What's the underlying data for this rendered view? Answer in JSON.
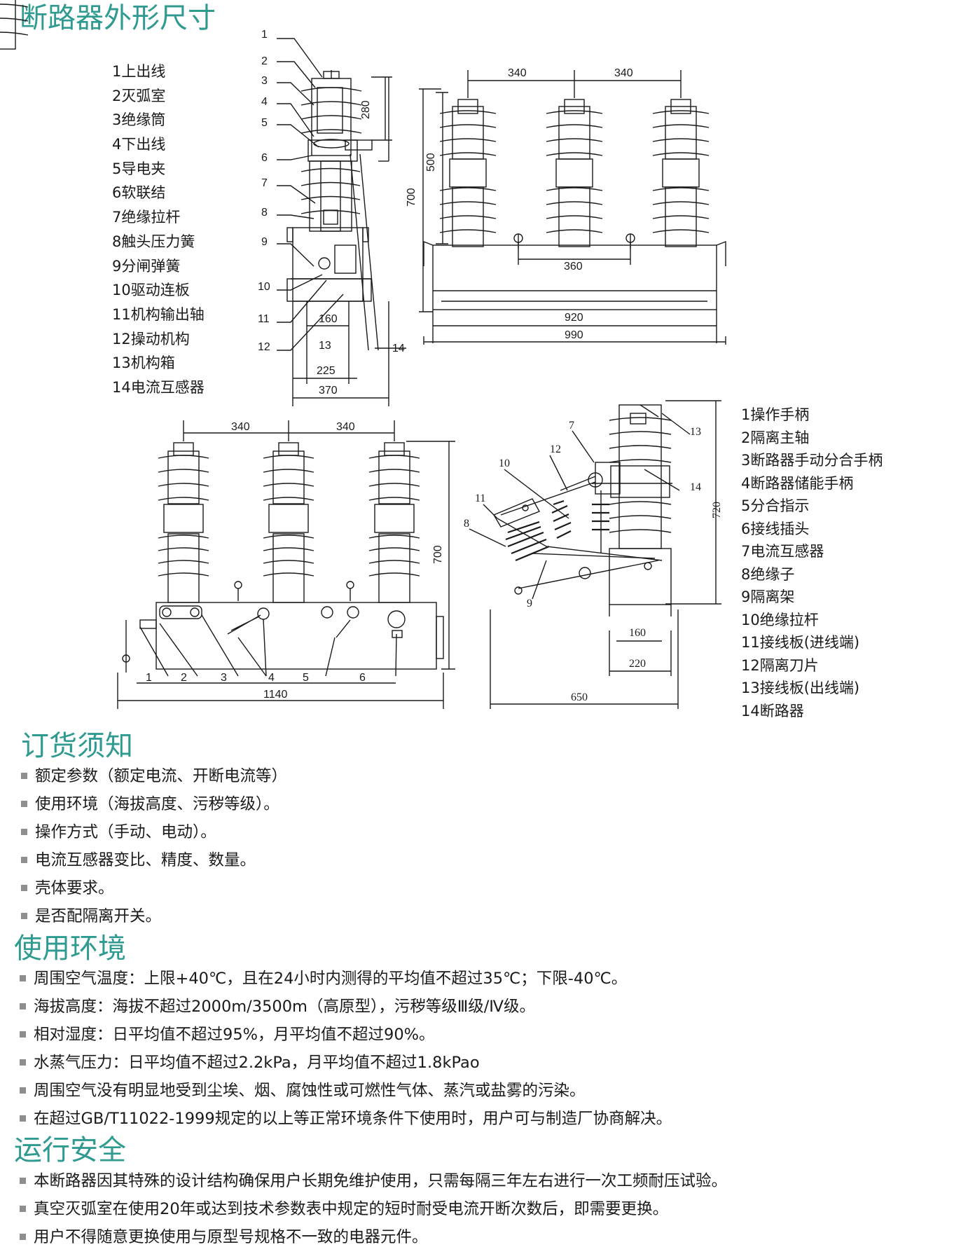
{
  "section_titles": {
    "dimensions": "断路器外形尺寸",
    "ordering": "订货须知",
    "environment": "使用环境",
    "safety": "运行安全"
  },
  "legend_breaker": [
    "1上出线",
    "2灭弧室",
    "3绝缘筒",
    "4下出线",
    "5导电夹",
    "6软联结",
    "7绝缘拉杆",
    "8触头压力簧",
    "9分闸弹簧",
    "10驱动连板",
    "11机构输出轴",
    "12操动机构",
    "13机构箱",
    "14电流互感器"
  ],
  "legend_isolator": [
    "1操作手柄",
    "2隔离主轴",
    "3断路器手动分合手柄",
    "4断路器储能手柄",
    "5分合指示",
    "6接线插头",
    "7电流互感器",
    "8绝缘子",
    "9隔离架",
    "10绝缘拉杆",
    "11接线板(进线端)",
    "12隔离刀片",
    "13接线板(出线端)",
    "14断路器"
  ],
  "drawing1": {
    "callouts": [
      "1",
      "2",
      "3",
      "4",
      "5",
      "6",
      "7",
      "8",
      "9",
      "10",
      "11",
      "12",
      "13",
      "14"
    ],
    "dims": {
      "top": "280",
      "inner": "160",
      "mid": "225",
      "bottom": "370"
    }
  },
  "drawing2": {
    "dims": {
      "span1": "340",
      "span2": "340",
      "height": "700",
      "insulator": "500",
      "mount": "360",
      "width1": "920",
      "width2": "990"
    }
  },
  "drawing3": {
    "dims": {
      "span1": "340",
      "span2": "340",
      "height": "700",
      "total": "1140"
    },
    "callouts": [
      "1",
      "2",
      "3",
      "4",
      "5",
      "6"
    ]
  },
  "drawing4": {
    "callouts": [
      "7",
      "10",
      "12",
      "11",
      "8",
      "9",
      "13",
      "14"
    ],
    "dims": {
      "height": "720",
      "base1": "160",
      "base2": "220",
      "total": "650"
    }
  },
  "ordering_items": [
    "额定参数（额定电流、开断电流等）",
    "使用环境（海拔高度、污秽等级）。",
    "操作方式（手动、电动）。",
    "电流互感器变比、精度、数量。",
    "壳体要求。",
    "是否配隔离开关。"
  ],
  "environment_items": [
    "周围空气温度：上限+40℃，且在24小时内测得的平均值不超过35℃；下限-40℃。",
    "海拔高度：海拔不超过2000m/3500m（高原型），污秽等级Ⅲ级/Ⅳ级。",
    "相对湿度：日平均值不超过95%，月平均值不超过90%。",
    "水蒸气压力：日平均值不超过2.2kPa，月平均值不超过1.8kPao",
    "周围空气没有明显地受到尘埃、烟、腐蚀性或可燃性气体、蒸汽或盐雾的污染。",
    "在超过GB/T11022-1999规定的以上等正常环境条件下使用时，用户可与制造厂协商解决。"
  ],
  "safety_items": [
    "本断路器因其特殊的设计结构确保用户长期免维护使用，只需每隔三年左右进行一次工频耐压试验。",
    "真空灭弧室在使用20年或达到技术参数表中规定的短时耐受电流开断次数后，即需要更换。",
    "用户不得随意更换使用与原型号规格不一致的电器元件。"
  ],
  "colors": {
    "title": "#2f9a8f",
    "bullet": "#8e8e8e",
    "line": "#1a1a1a"
  }
}
